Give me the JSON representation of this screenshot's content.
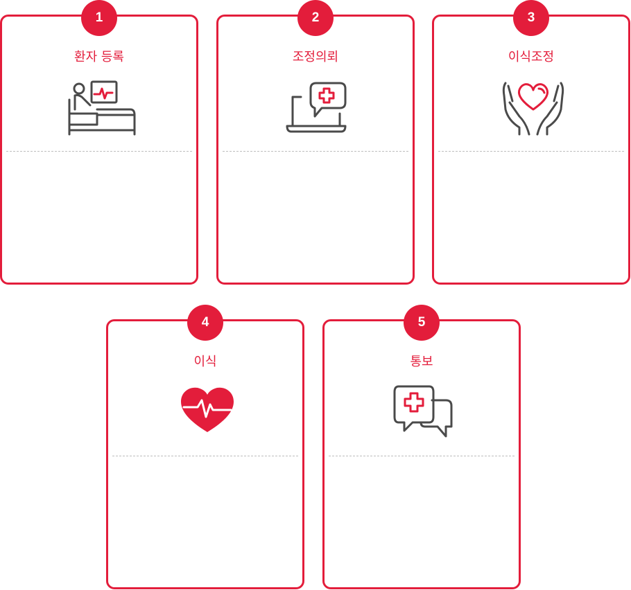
{
  "steps": [
    {
      "number": "1",
      "title": "환자 등록",
      "icon": "patient-bed-monitor-icon"
    },
    {
      "number": "2",
      "title": "조정의뢰",
      "icon": "laptop-medical-chat-icon"
    },
    {
      "number": "3",
      "title": "이식조정",
      "icon": "hands-heart-icon"
    },
    {
      "number": "4",
      "title": "이식",
      "icon": "heart-pulse-icon"
    },
    {
      "number": "5",
      "title": "통보",
      "icon": "medical-chat-bubbles-icon"
    }
  ],
  "colors": {
    "accent": "#e31d3b",
    "icon_gray": "#4a4a4a",
    "divider": "#bdbdbd"
  }
}
